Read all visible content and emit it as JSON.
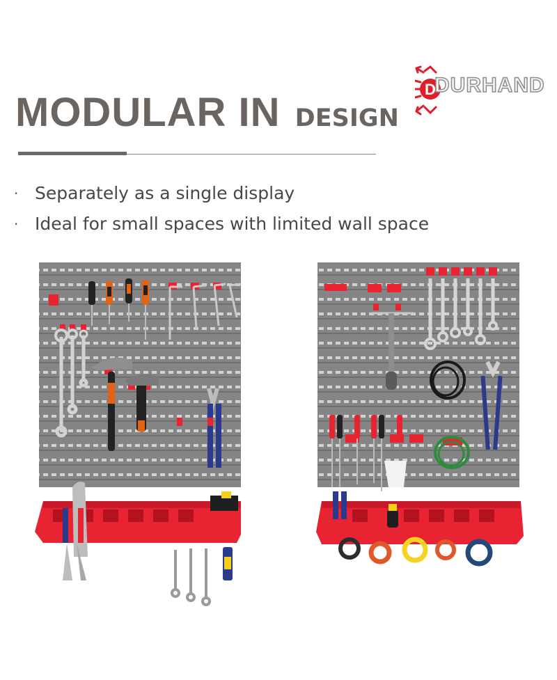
{
  "header": {
    "title_main": "MODULAR IN",
    "title_sub": "DESIGN"
  },
  "bullets": [
    "Separately as a single display",
    "Ideal for small spaces with limited wall space"
  ],
  "logo": {
    "text": "DURHAND"
  },
  "colors": {
    "heading": "#6b6561",
    "panel": "#808080",
    "shelf": "#e82332",
    "clip": "#e82332",
    "logo_red": "#e01e2a"
  },
  "images": {
    "left_panel": "pegboard-wall-panel-with-hand-tools-and-red-shelf",
    "right_panel": "pegboard-wall-panel-with-wrenches-cable-and-tape-rolls"
  }
}
